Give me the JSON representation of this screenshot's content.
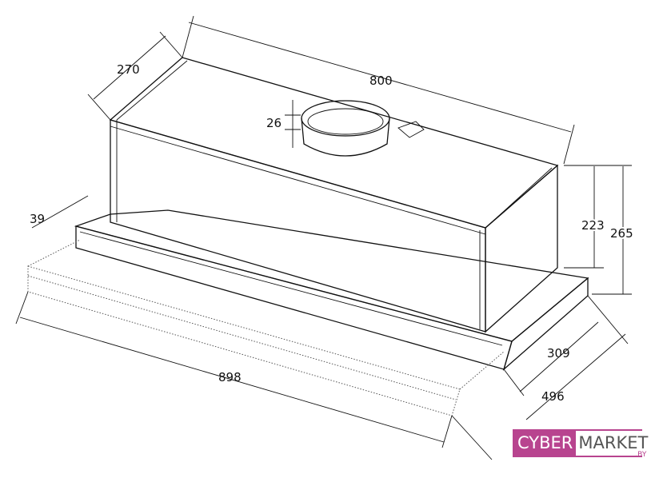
{
  "dimensions": {
    "width_body": "800",
    "depth_body": "270",
    "duct_height": "26",
    "panel_thickness": "39",
    "body_height": "223",
    "total_height": "265",
    "depth_closed": "309",
    "depth_open": "496",
    "panel_width": "898"
  },
  "logo": {
    "part1": "CYBER",
    "part2": "MARKET",
    "suffix": ".BY",
    "color": "#b8448f"
  }
}
